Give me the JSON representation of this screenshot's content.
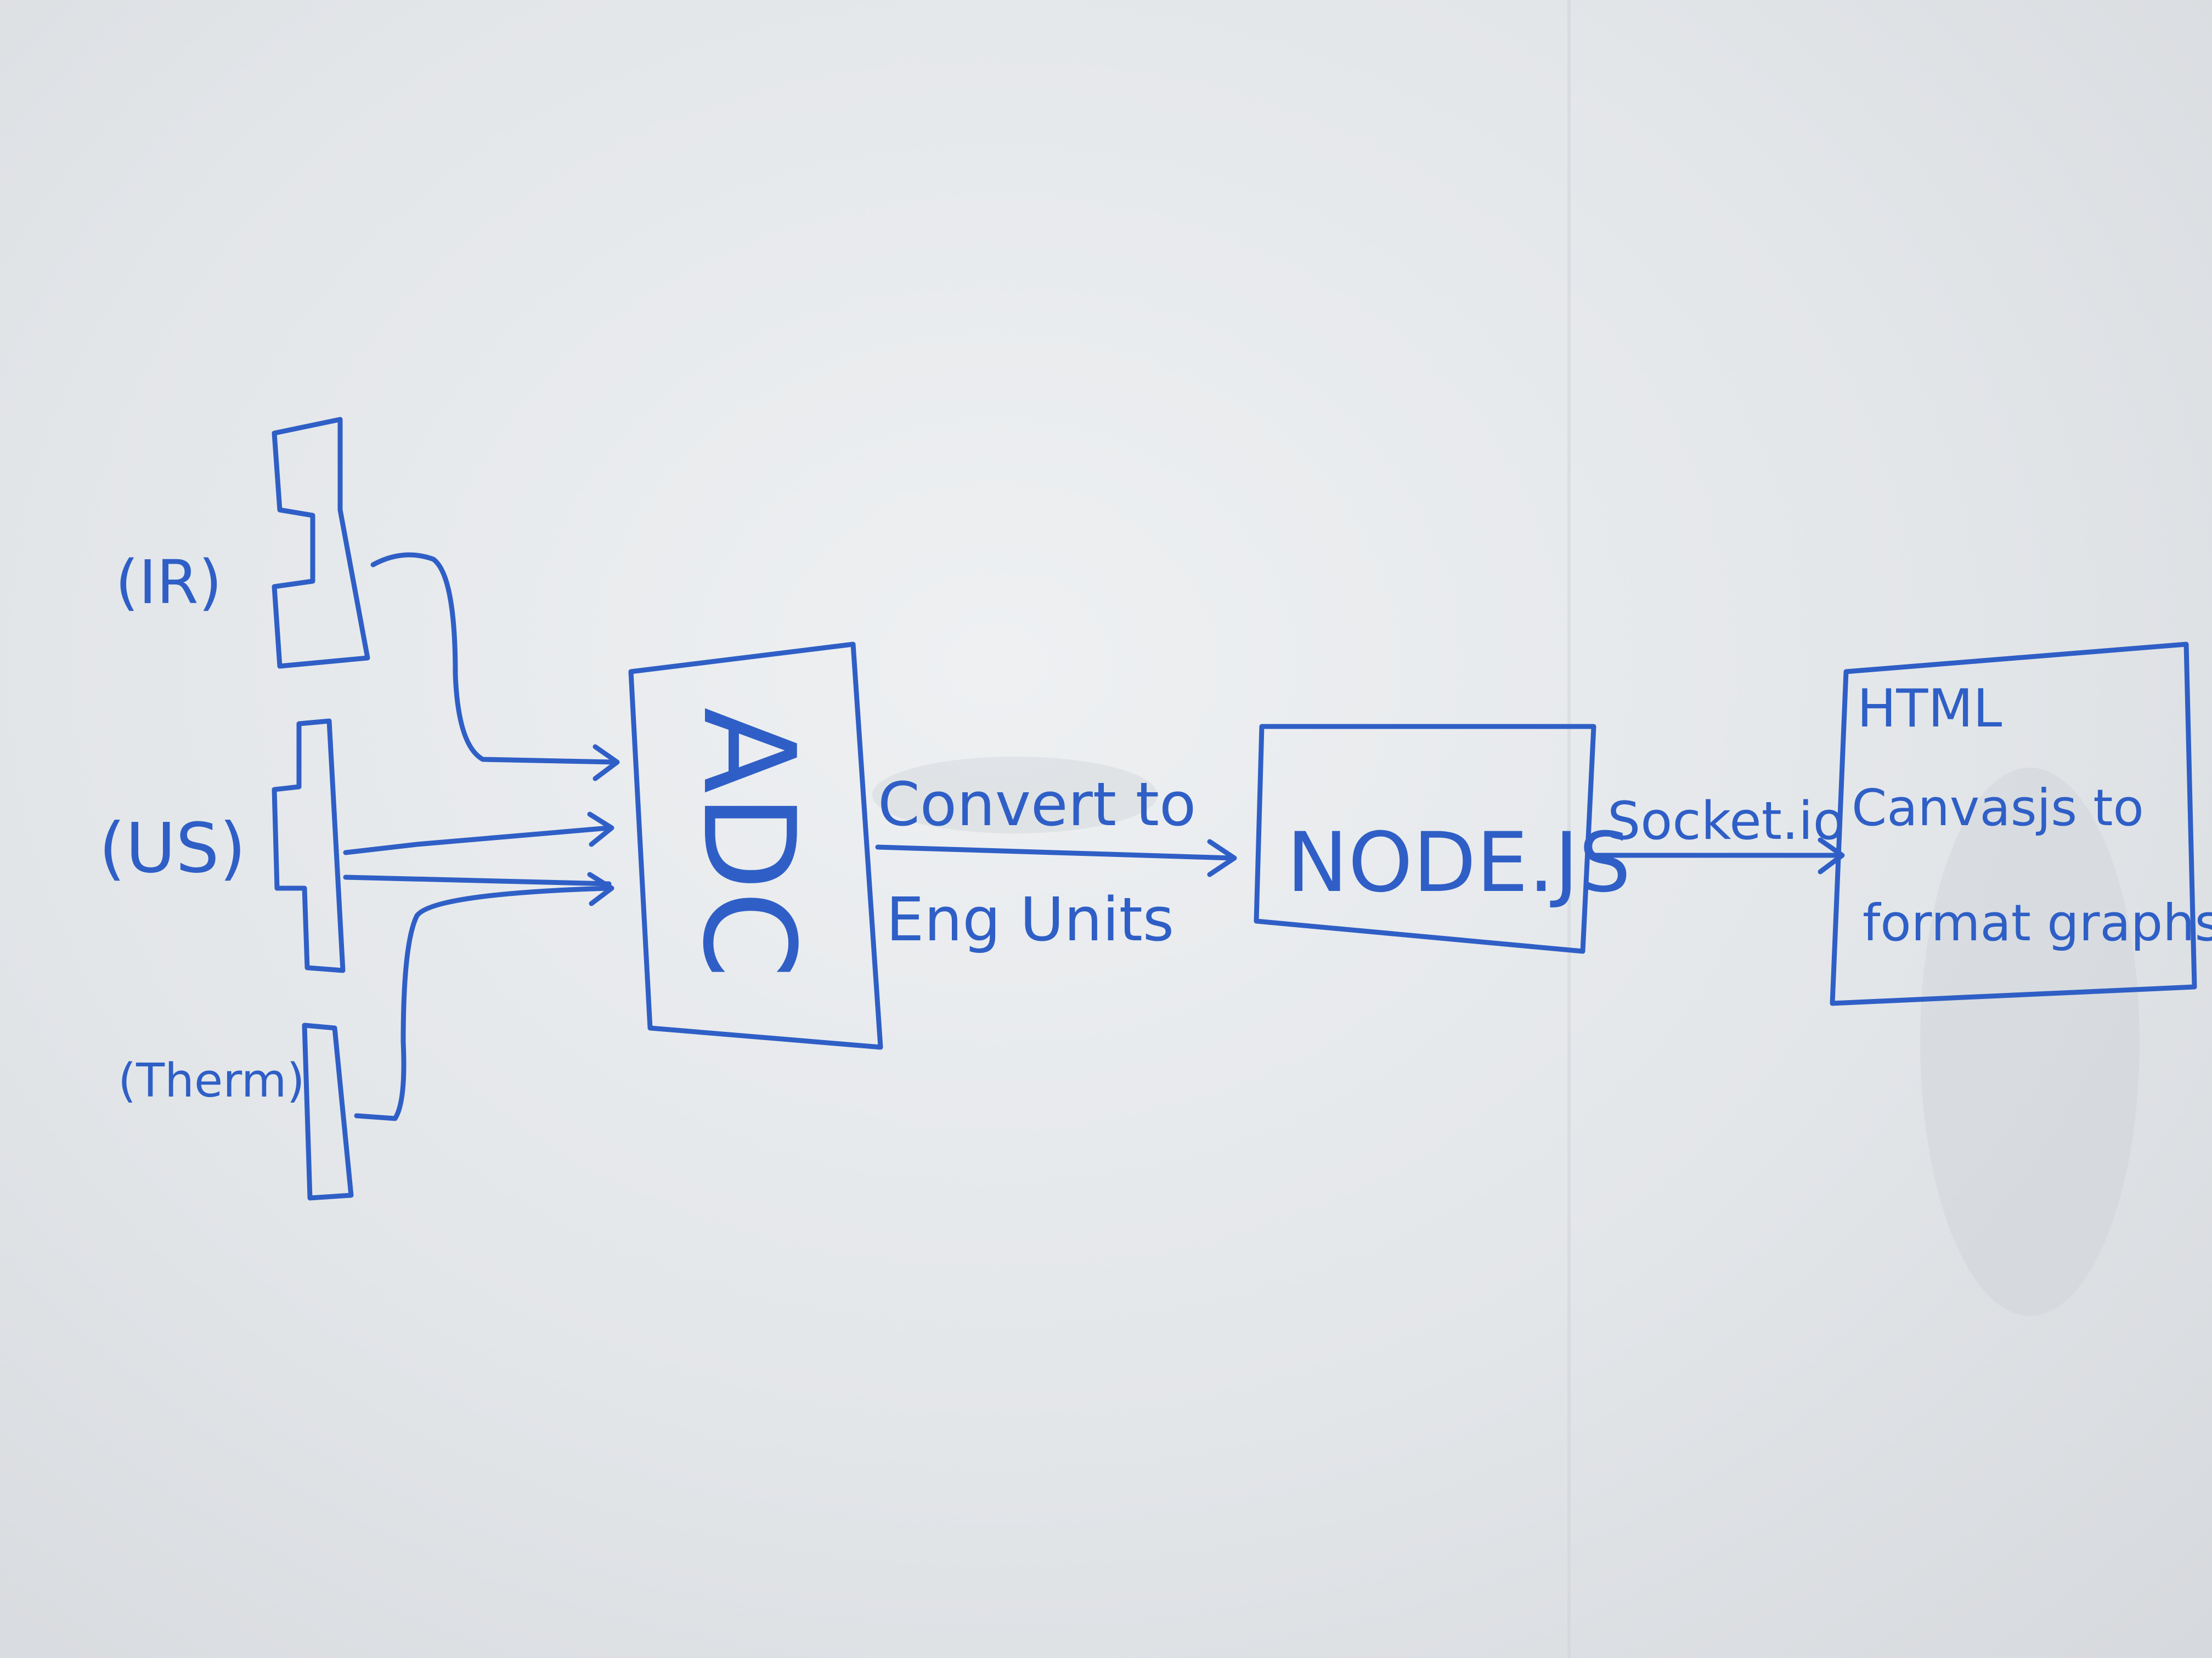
{
  "diagram": {
    "sensors": [
      {
        "label": "(IR)"
      },
      {
        "label": "(US)"
      },
      {
        "label": "(Therm)"
      }
    ],
    "adc": {
      "label": "ADC"
    },
    "convert_edge": {
      "line1": "Convert to",
      "line2": "Eng Units"
    },
    "node": {
      "label": "NODE.JS"
    },
    "socket_edge": {
      "label": "Socket.io"
    },
    "html_box": {
      "line1": "HTML",
      "line2": "Canvasjs to",
      "line3": "format graphs"
    },
    "ink_color": "#2f5fc6"
  }
}
